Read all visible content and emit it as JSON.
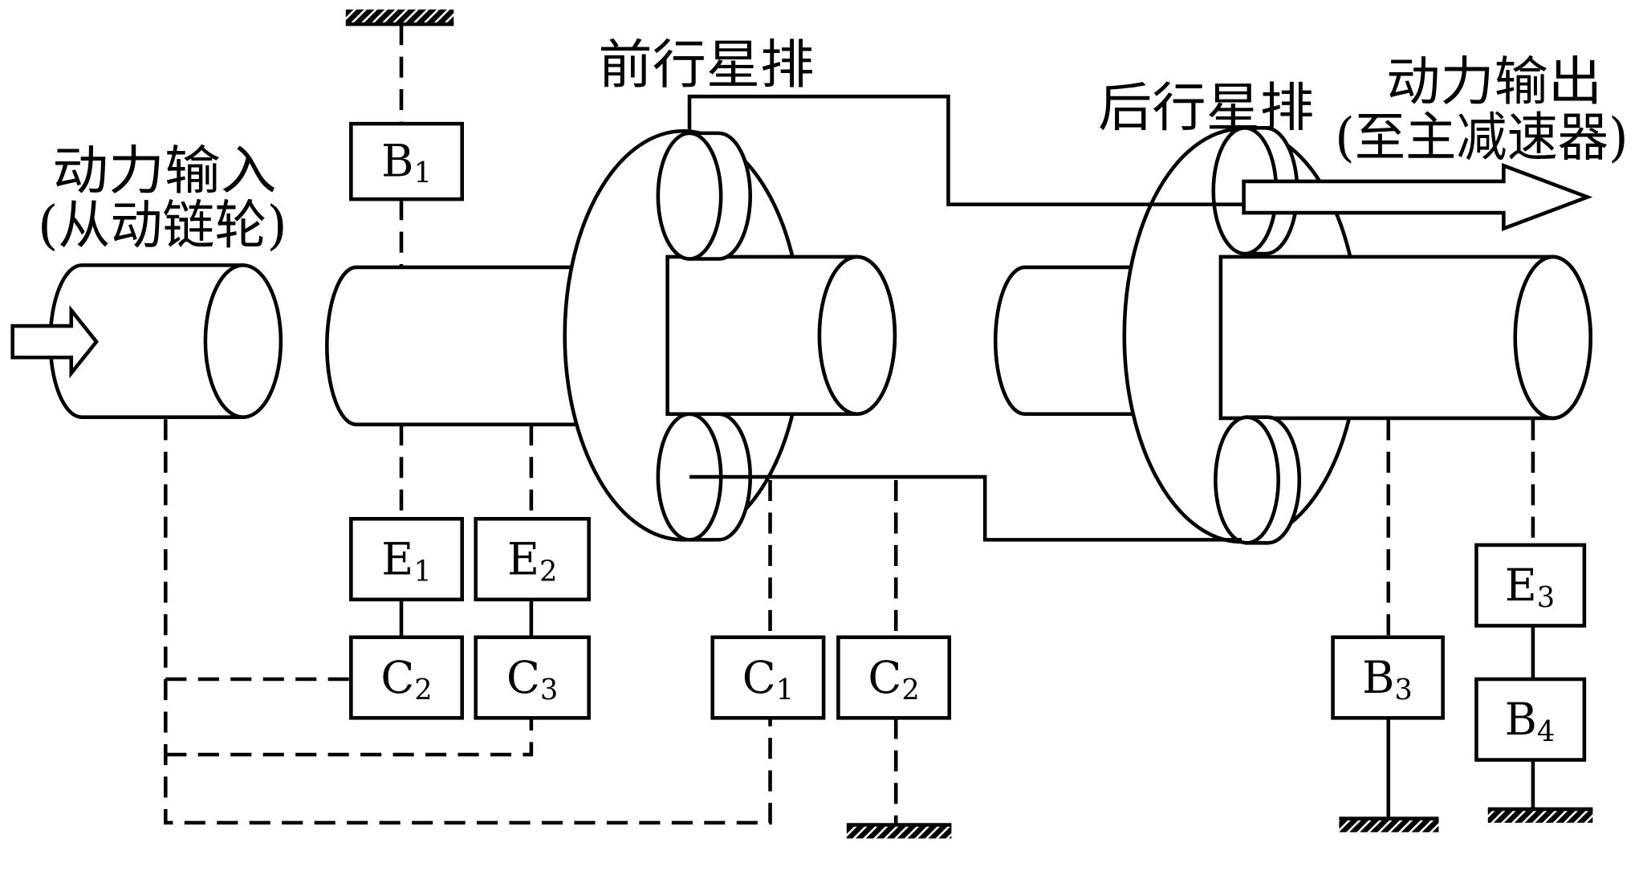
{
  "labels": {
    "power_input": "动力输入",
    "power_input_note": "(从动链轮)",
    "front_planetary_set": "前行星排",
    "rear_planetary_set": "后行星排",
    "power_output": "动力输出",
    "power_output_note": "(至主减速器)"
  },
  "components": {
    "b1": {
      "letter": "B",
      "sub": "1"
    },
    "e1": {
      "letter": "E",
      "sub": "1"
    },
    "e2": {
      "letter": "E",
      "sub": "2"
    },
    "c2_left": {
      "letter": "C",
      "sub": "2"
    },
    "c3": {
      "letter": "C",
      "sub": "3"
    },
    "c1": {
      "letter": "C",
      "sub": "1"
    },
    "c2_right": {
      "letter": "C",
      "sub": "2"
    },
    "b3": {
      "letter": "B",
      "sub": "3"
    },
    "e3": {
      "letter": "E",
      "sub": "3"
    },
    "b4": {
      "letter": "B",
      "sub": "4"
    }
  },
  "colors": {
    "line": "#000000",
    "background": "#ffffff"
  }
}
